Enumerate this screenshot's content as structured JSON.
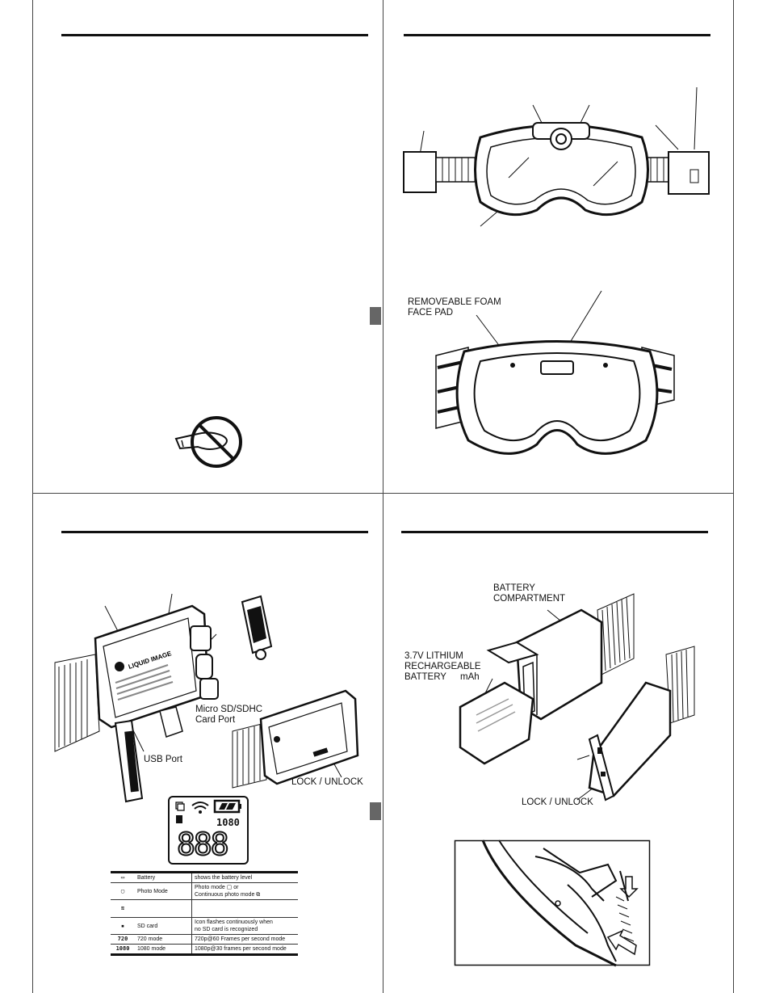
{
  "labels": {
    "foam_pad_line1": "REMOVEABLE FOAM",
    "foam_pad_line2": "FACE PAD",
    "micro_sd_line1": "Micro SD/SDHC",
    "micro_sd_line2": "Card Port",
    "usb_port": "USB Port",
    "lock_unlock_1": "LOCK / UNLOCK",
    "battery_comp_line1": "BATTERY",
    "battery_comp_line2": "COMPARTMENT",
    "battery_line1": "3.7V LITHIUM",
    "battery_line2": "RECHARGEABLE",
    "battery_line3": "BATTERY",
    "battery_unit": "mAh",
    "lock_unlock_2": "LOCK / UNLOCK",
    "brand_on_camera": "LIQUID IMAGE"
  },
  "lcd": {
    "mode_1080": "1080",
    "counter": "888"
  },
  "icon_table": [
    {
      "icon": "battery-icon",
      "symbol": "▭",
      "name": "Battery",
      "desc": "shows the battery level"
    },
    {
      "icon": "photo-mode-icon",
      "symbol": "▢",
      "name": "Photo Mode",
      "desc": "Photo mode ▢ or",
      "desc2": "Continuous photo mode ⧉"
    },
    {
      "icon": "wifi-icon",
      "symbol": "≋",
      "name": "",
      "desc": ""
    },
    {
      "icon": "sd-card-icon",
      "symbol": "▪",
      "name": "SD card",
      "desc": "Icon flashes continuously when",
      "desc2": "no SD card is recognized"
    },
    {
      "icon": "720-text",
      "symbol": "720",
      "name": "720 mode",
      "desc": "720p@60 Frames per second mode"
    },
    {
      "icon": "1080-text",
      "symbol": "1080",
      "name": "1080 mode",
      "desc": "1080p@30 frames per second mode"
    }
  ],
  "colors": {
    "rule": "#111111",
    "tab": "#666666"
  }
}
